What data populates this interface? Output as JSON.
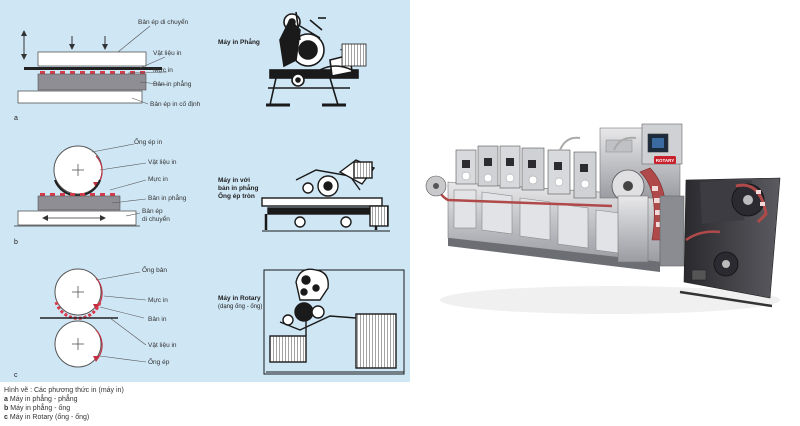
{
  "diagram": {
    "a": {
      "letter": "a",
      "labels": {
        "top_plate": "Bản ép di chuyển",
        "material": "Vật liệu in",
        "ink": "Mực in",
        "flat_plate": "Bản in phẳng",
        "fixed_plate": "Bản ép in cố định"
      },
      "machine_title": "Máy in Phẳng"
    },
    "b": {
      "letter": "b",
      "labels": {
        "cylinder": "Ống ép in",
        "material": "Vật liệu in",
        "ink": "Mực in",
        "flat_plate": "Bản in phẳng",
        "moving_plate_1": "Bản ép",
        "moving_plate_2": "di chuyển"
      },
      "machine_title_1": "Máy in với",
      "machine_title_2": "bản in phẳng",
      "machine_title_3": "Ống ép tròn"
    },
    "c": {
      "letter": "c",
      "labels": {
        "plate_cylinder": "Ống bản",
        "ink": "Mực in",
        "plate": "Bản in",
        "material": "Vật liệu in",
        "impression_cylinder": "Ống ép"
      },
      "machine_title_1": "Máy in Rotary",
      "machine_title_2": "(dạng ống - ống)"
    }
  },
  "caption": {
    "title": "Hình vẽ : Các phương thức in (máy in)",
    "items": [
      {
        "key": "a",
        "text": "Máy in phẳng - phẳng"
      },
      {
        "key": "b",
        "text": "Máy in phẳng - ống"
      },
      {
        "key": "c",
        "text": "Máy in Rotary (ống - ống)"
      }
    ]
  },
  "photo": {
    "brand_badge": "ROTARY"
  }
}
